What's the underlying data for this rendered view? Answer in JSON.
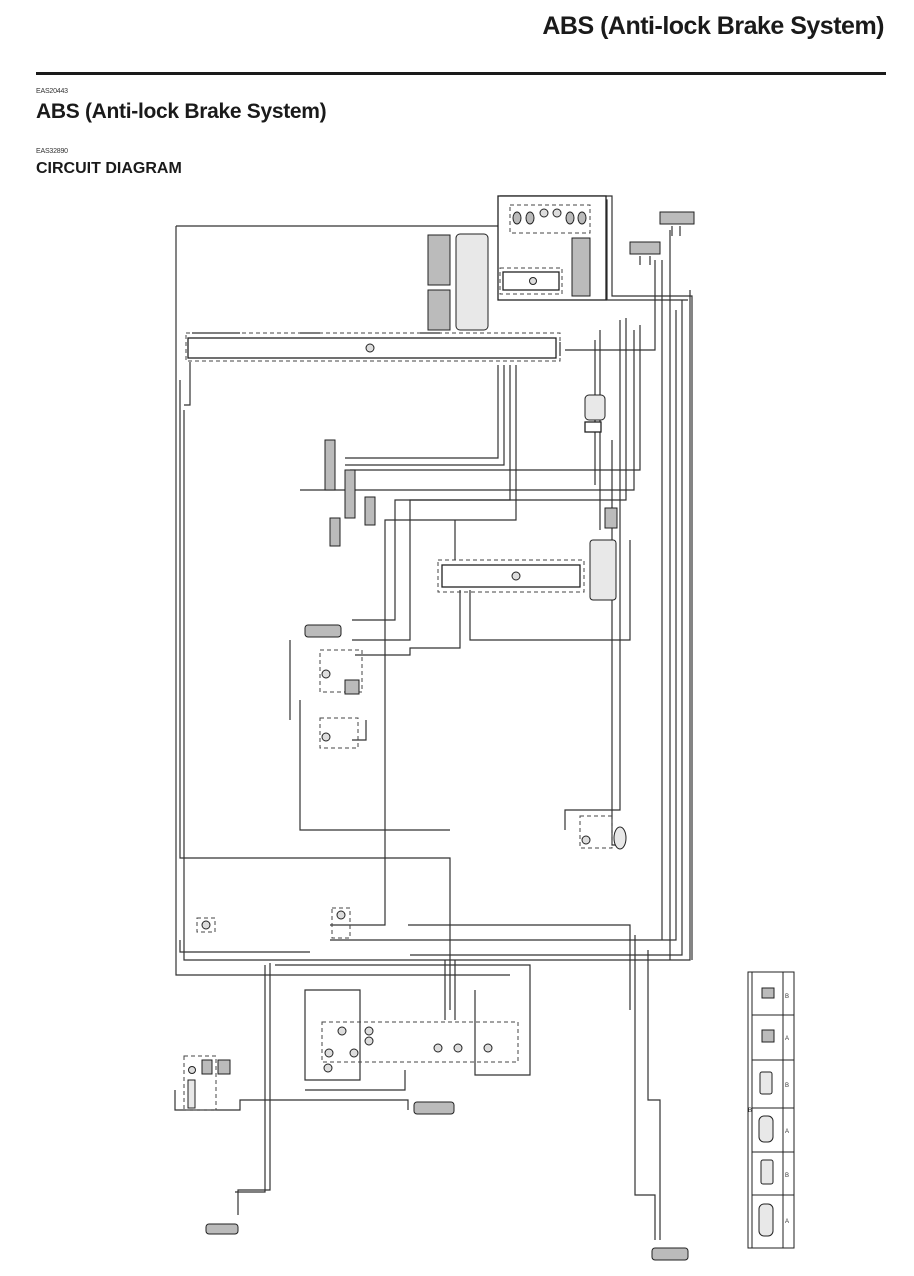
{
  "header": {
    "running_title": "ABS (Anti-lock Brake System)"
  },
  "section": {
    "code": "EAS20443",
    "title": "ABS (Anti-lock Brake System)"
  },
  "subsection": {
    "code": "EAS32890",
    "title": "CIRCUIT DIAGRAM"
  },
  "diagram": {
    "type": "wiring-circuit-diagram",
    "components": [
      {
        "id": "main-harness-bus",
        "kind": "wire-harness-block"
      },
      {
        "id": "abs-ecu",
        "kind": "control-unit"
      },
      {
        "id": "ecu-connectors",
        "kind": "connector-group"
      },
      {
        "id": "hydraulic-unit-block",
        "kind": "control-unit"
      },
      {
        "id": "fuse-relay-box",
        "kind": "fuse-box"
      },
      {
        "id": "wheel-sensor-front",
        "kind": "sensor"
      },
      {
        "id": "wheel-sensor-rear",
        "kind": "sensor"
      },
      {
        "id": "switch-cluster",
        "kind": "switch"
      }
    ],
    "legend": {
      "label_vertical": "B",
      "rows": [
        {
          "tag": "B"
        },
        {
          "tag": "A"
        },
        {
          "tag": "B"
        },
        {
          "tag": "A"
        },
        {
          "tag": "B"
        },
        {
          "tag": "A"
        }
      ]
    }
  }
}
